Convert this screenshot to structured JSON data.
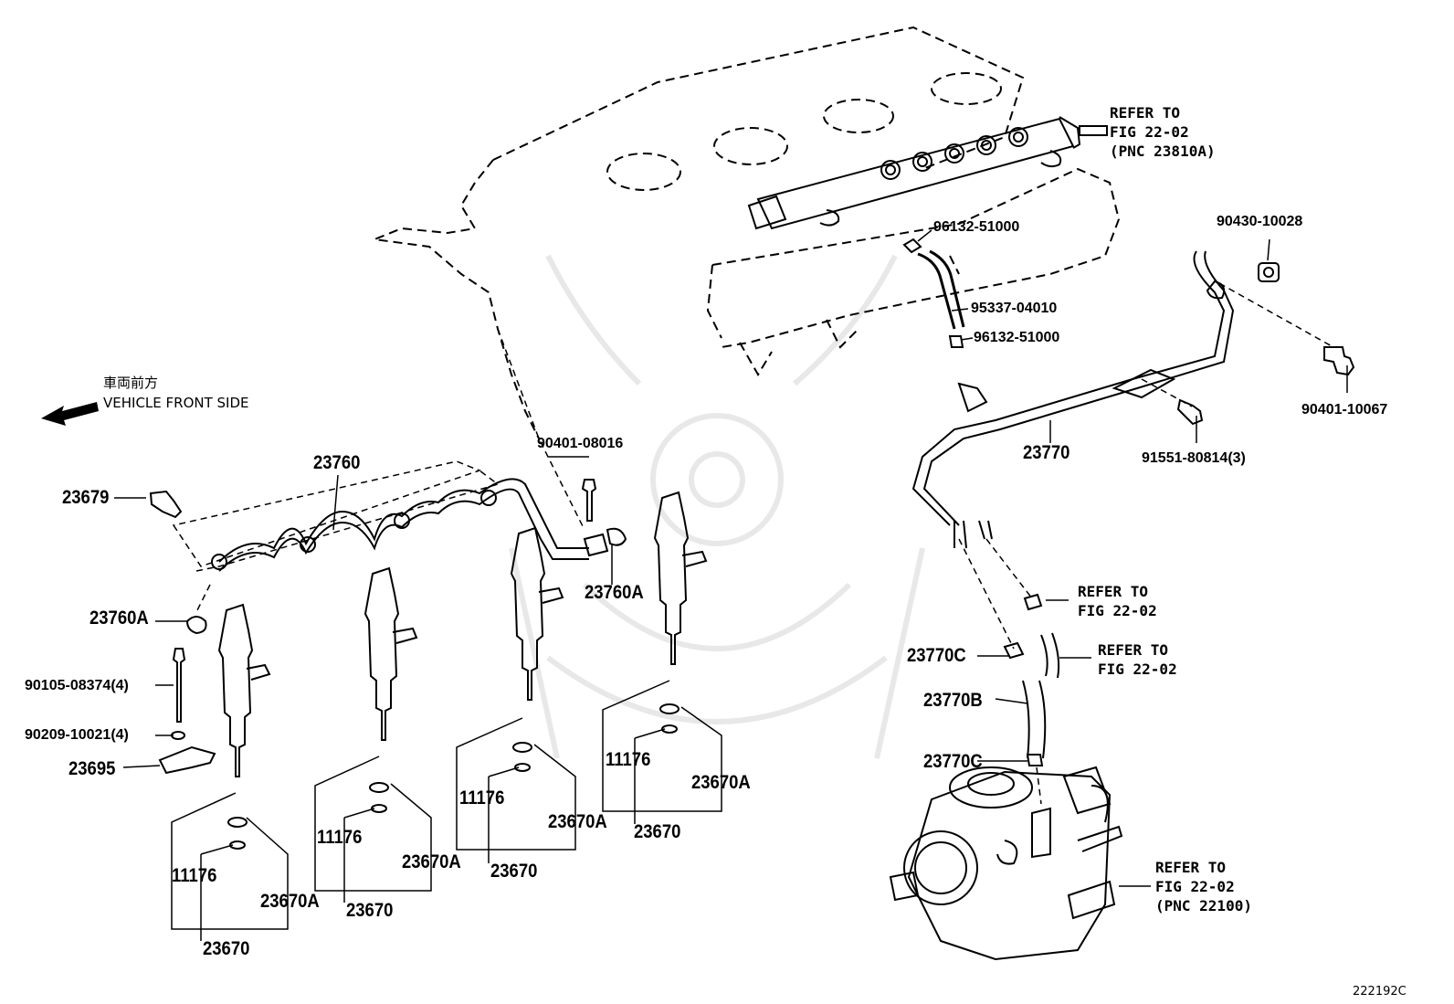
{
  "direction": {
    "japanese": "車両前方",
    "english": "VEHICLE FRONT SIDE"
  },
  "references": {
    "rail": [
      "REFER TO",
      "FIG 22-02",
      "(PNC 23810A)"
    ],
    "clamp": [
      "REFER TO",
      "FIG 22-02"
    ],
    "hose": [
      "REFER TO",
      "FIG 22-02"
    ],
    "pump": [
      "REFER TO",
      "FIG 22-02",
      "(PNC 22100)"
    ]
  },
  "parts": {
    "p96132_top": "96132-51000",
    "p95337": "95337-04010",
    "p96132_bottom": "96132-51000",
    "p90430": "90430-10028",
    "p90401_10067": "90401-10067",
    "p23770": "23770",
    "p91551": "91551-80814(3)",
    "p90401_08016": "90401-08016",
    "p23760": "23760",
    "p23679": "23679",
    "p23760A_left": "23760A",
    "p23760A_center": "23760A",
    "p90105": "90105-08374(4)",
    "p90209": "90209-10021(4)",
    "p23695": "23695",
    "p23770C_top": "23770C",
    "p23770B": "23770B",
    "p23770C_bottom": "23770C",
    "inj1_11176": "11176",
    "inj1_23670A": "23670A",
    "inj1_23670": "23670",
    "inj2_11176": "11176",
    "inj2_23670A": "23670A",
    "inj2_23670": "23670",
    "inj3_11176": "11176",
    "inj3_23670A": "23670A",
    "inj3_23670": "23670",
    "inj4_11176": "11176",
    "inj4_23670A": "23670A",
    "inj4_23670": "23670"
  },
  "figure_code": "222192C"
}
